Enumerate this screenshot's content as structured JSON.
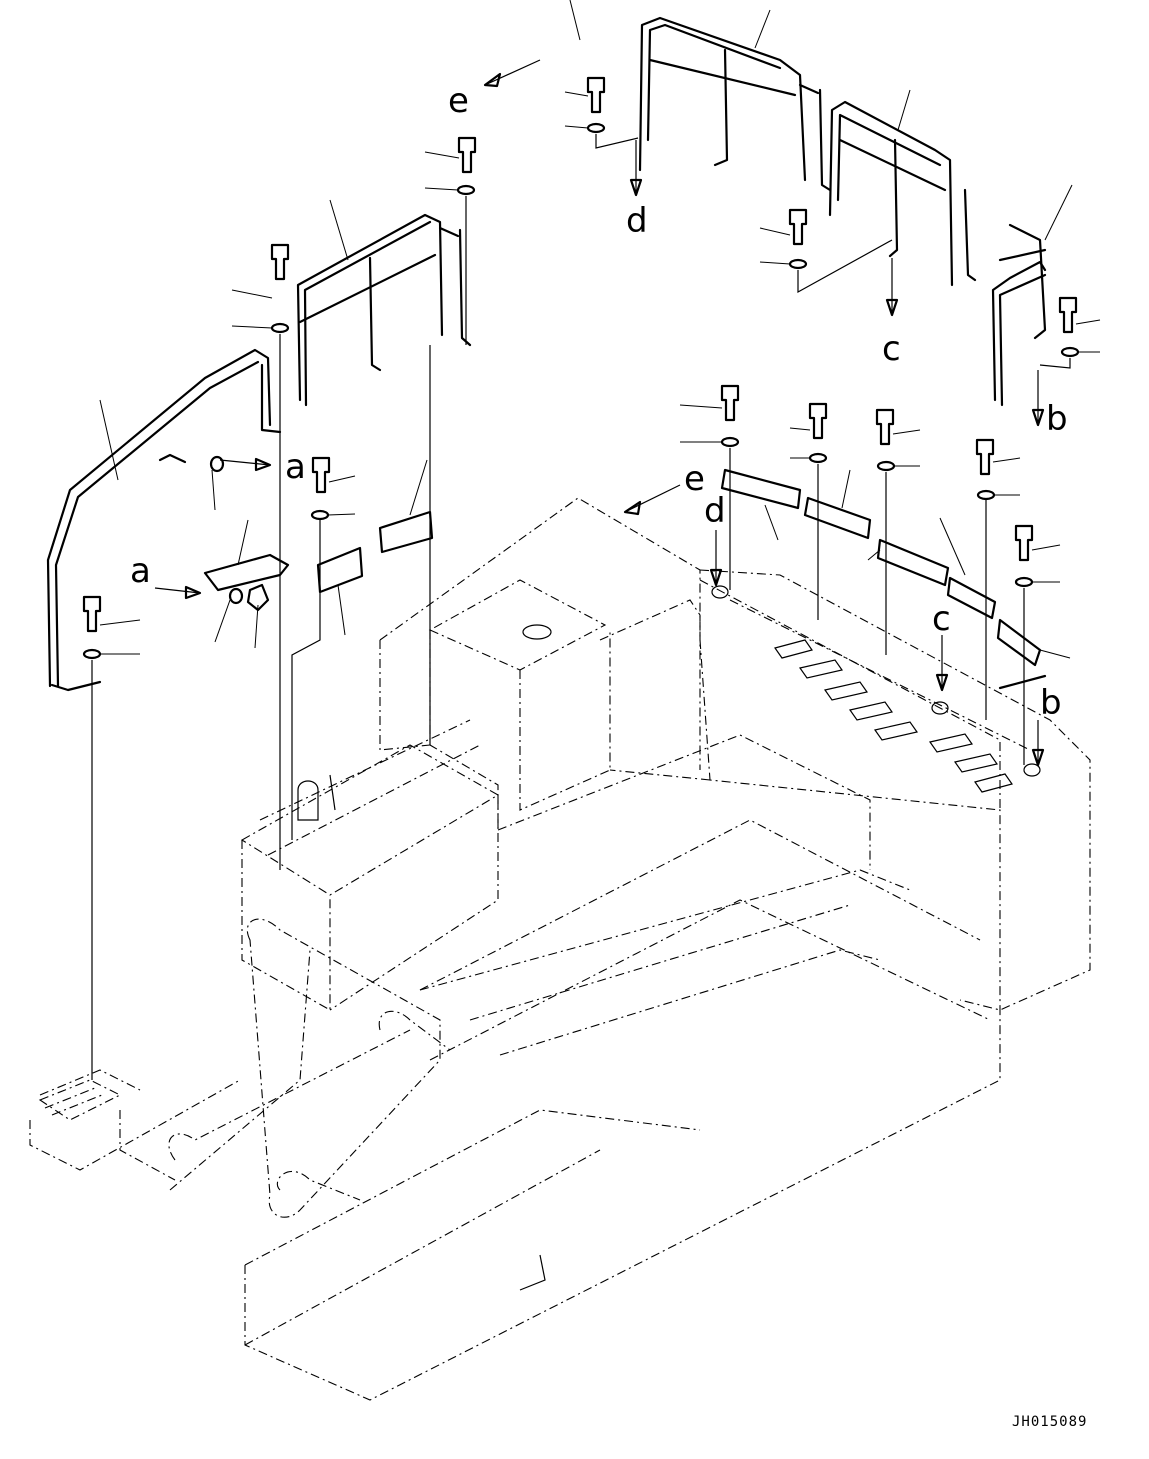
{
  "diagram": {
    "drawing_code": "JH015089",
    "callouts": {
      "a": "a",
      "b": "b",
      "c": "c",
      "d": "d",
      "e": "e"
    }
  }
}
